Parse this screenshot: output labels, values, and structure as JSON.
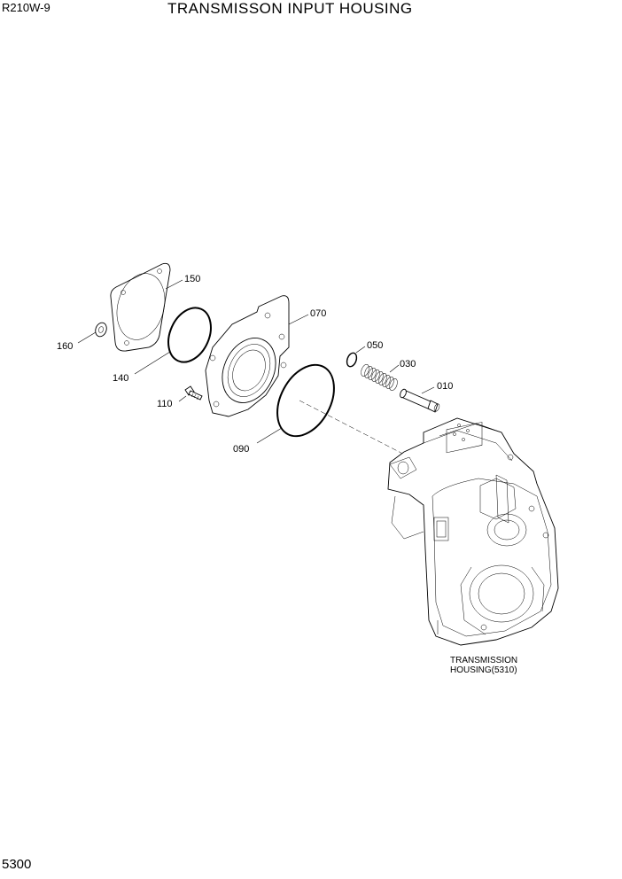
{
  "header": {
    "model": "R210W-9",
    "title": "TRANSMISSON INPUT HOUSING"
  },
  "footer": {
    "page_number": "5300"
  },
  "callouts": {
    "p150": "150",
    "p070": "070",
    "p160": "160",
    "p140": "140",
    "p110": "110",
    "p090": "090",
    "p050": "050",
    "p030": "030",
    "p010": "010"
  },
  "housing_note": {
    "line1": "TRANSMISSION",
    "line2": "HOUSING(5310)"
  }
}
